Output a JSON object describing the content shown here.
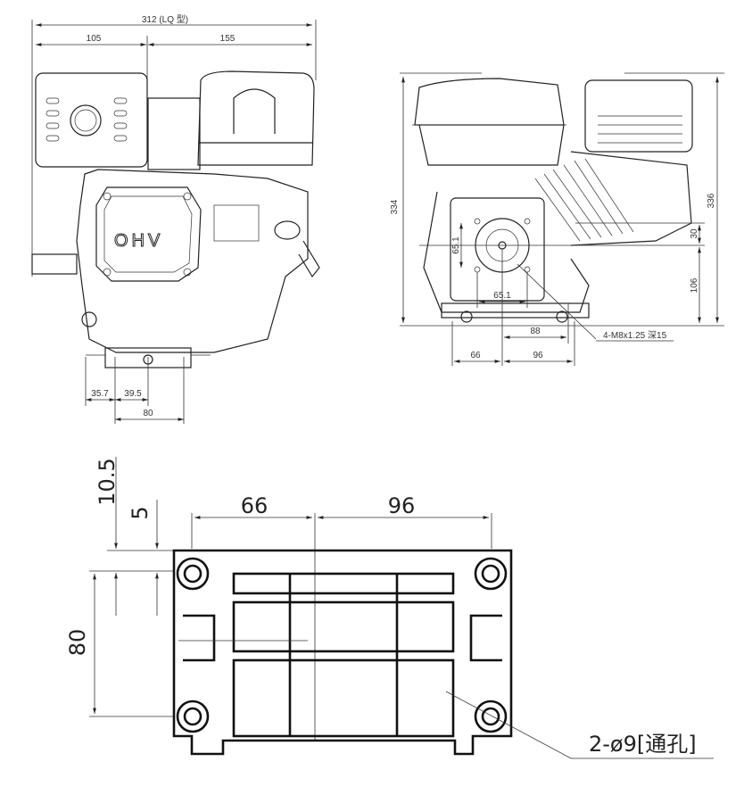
{
  "front_view": {
    "overall_width": "312 (LQ 型)",
    "left_width": "105",
    "right_width": "155",
    "foot_offset_1": "35.7",
    "foot_offset_2": "39.5",
    "foot_spacing": "80",
    "valve_cover_label": "OHV"
  },
  "side_view": {
    "height_left": "334",
    "height_right": "336",
    "shaft_offset": "30",
    "shaft_height": "106",
    "bolt_pattern_v": "65.1",
    "bolt_pattern_h": "65.1",
    "shaft_to_mount": "88",
    "base_left": "66",
    "base_right": "96",
    "thread_note": "4-M8x1.25 深15"
  },
  "base_view": {
    "dim_10_5": "10.5",
    "dim_5": "5",
    "dim_66": "66",
    "dim_96": "96",
    "dim_80": "80",
    "hole_note": "2-ø9[通孔]"
  }
}
